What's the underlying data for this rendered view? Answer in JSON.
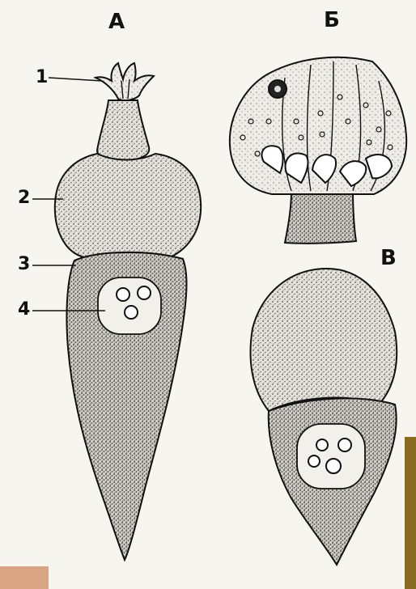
{
  "panels": {
    "a": "А",
    "b": "Б",
    "c": "В"
  },
  "callouts": {
    "n1": "1",
    "n2": "2",
    "n3": "3",
    "n4": "4"
  },
  "colors": {
    "background": "#f7f5ef",
    "ink": "#111111",
    "cell_fill": "#dcdad3",
    "nucleus_fill": "#f2f0ea",
    "frame_accent": "#8a6a20"
  }
}
